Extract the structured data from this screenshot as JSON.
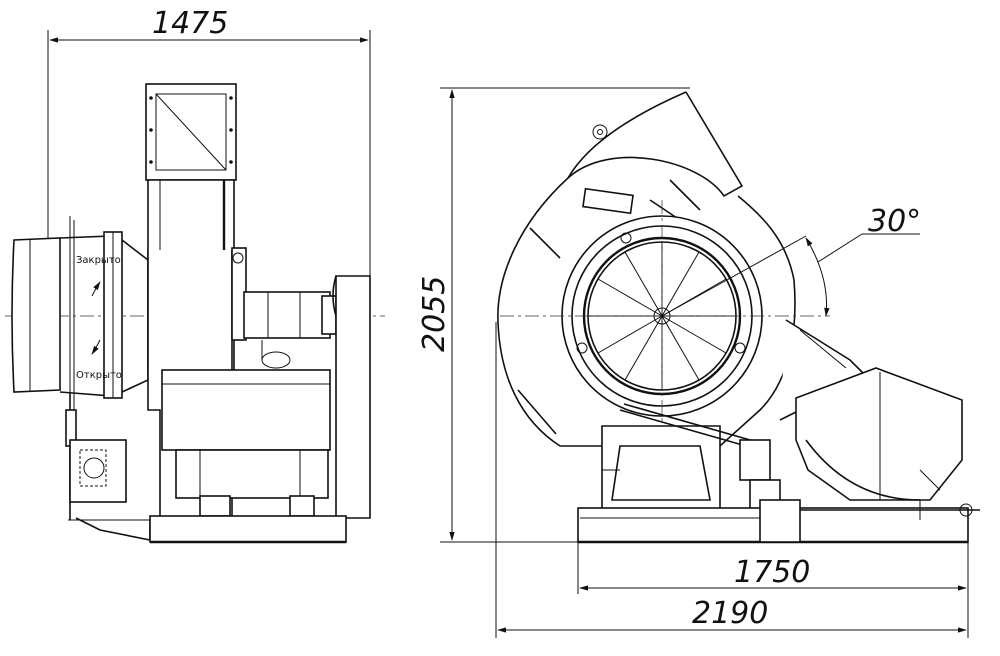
{
  "dimensions": {
    "side_width": "1475",
    "height": "2055",
    "frame_length": "1750",
    "overall_length": "2190",
    "angle": "30°"
  },
  "labels": {
    "closed": "Закрыто",
    "open": "Открыто"
  }
}
